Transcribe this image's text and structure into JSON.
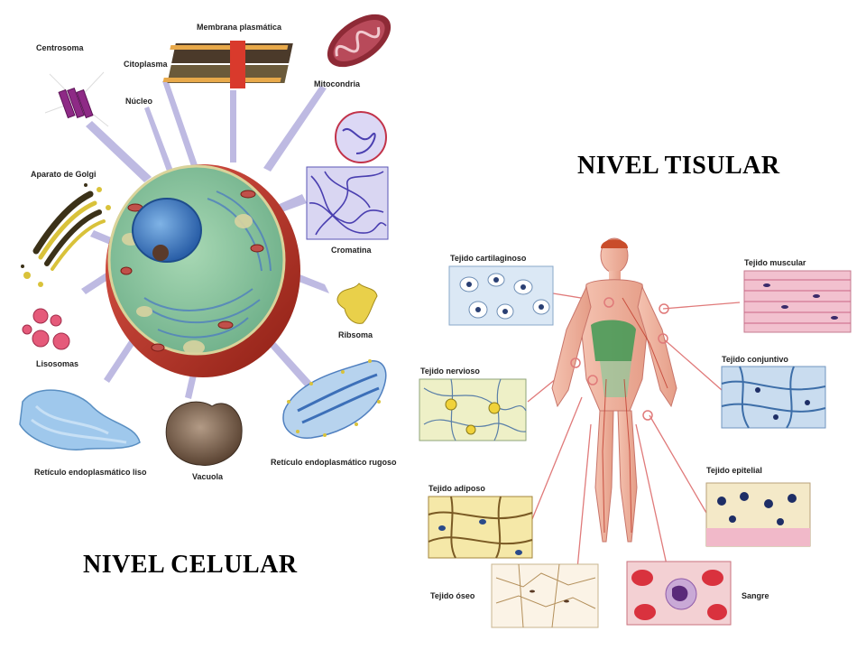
{
  "cell_level": {
    "title": "NIVEL CELULAR",
    "labels": {
      "centrosoma": "Centrosoma",
      "citoplasma": "Citoplasma",
      "membrana": "Membrana plasmática",
      "mitocondria": "Mitocondria",
      "nucleo": "Núcleo",
      "golgi": "Aparato de Golgi",
      "cromatina": "Cromatina",
      "ribosoma": "Ribsoma",
      "lisosomas": "Lisosomas",
      "rel": "Retículo endoplasmático liso",
      "vacuola": "Vacuola",
      "rer": "Retículo endoplasmático rugoso"
    }
  },
  "tissue_level": {
    "title": "NIVEL TISULAR",
    "labels": {
      "cartilaginoso": "Tejido cartilaginoso",
      "muscular": "Tejido muscular",
      "nervioso": "Tejido nervioso",
      "conjuntivo": "Tejido  conjuntivo",
      "adiposo": "Tejido adiposo",
      "epitelial": "Tejido epitelial",
      "oseo": "Tejido óseo",
      "sangre": "Sangre"
    }
  },
  "colors": {
    "cytoplasm": "#8fc7a2",
    "membrane": "#c0392b",
    "nucleus": "#3b78c4",
    "pointer": "#a9a4d6",
    "tissue_line": "#e07a7a",
    "body": "#f2b9a8"
  }
}
